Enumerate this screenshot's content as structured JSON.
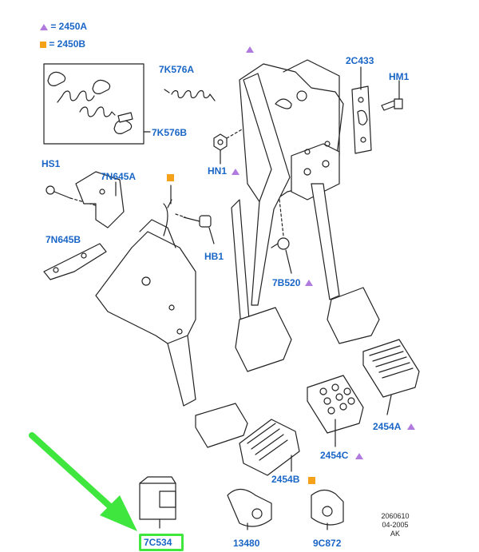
{
  "legend": {
    "triangle_text": "= 2450A",
    "square_text": "= 2450B",
    "triangle_color": "#b07adf",
    "square_color": "#f5a21a"
  },
  "labels": {
    "l_7K576A": "7K576A",
    "l_7K576B": "7K576B",
    "l_2C433": "2C433",
    "l_HM1": "HM1",
    "l_HS1": "HS1",
    "l_7N645A": "7N645A",
    "l_HN1": "HN1",
    "l_HB1": "HB1",
    "l_7N645B": "7N645B",
    "l_7B520": "7B520",
    "l_2454A": "2454A",
    "l_2454C": "2454C",
    "l_2454B": "2454B",
    "l_7C534": "7C534",
    "l_13480": "13480",
    "l_9C872": "9C872"
  },
  "footer": {
    "code": "2060610",
    "date": "04-2005",
    "initials": "AK"
  },
  "highlight_color": "#3ee63e",
  "label_color": "#1a66c6"
}
